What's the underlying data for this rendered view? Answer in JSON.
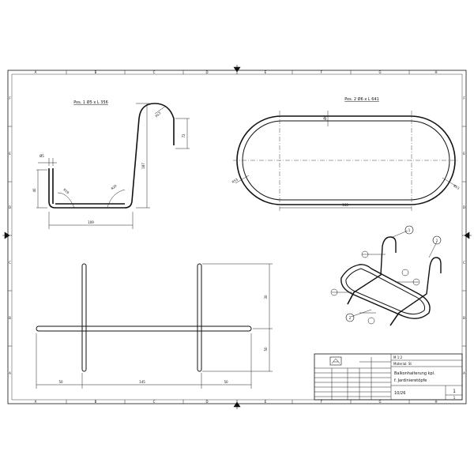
{
  "border": {
    "cols_top": [
      "A",
      "B",
      "C",
      "D",
      "E",
      "F",
      "G",
      "H"
    ],
    "cols_bottom": [
      "A",
      "B",
      "C",
      "D",
      "E",
      "F",
      "G",
      "H"
    ],
    "rows_left": [
      "F",
      "E",
      "D",
      "C",
      "B",
      "A"
    ],
    "rows_right": [
      "F",
      "E",
      "D",
      "C",
      "B",
      "A"
    ]
  },
  "part1": {
    "title": "Pos. 1 Ø5 x L 356",
    "dims": {
      "d_left": "Ø5",
      "h_left": "40",
      "r_left": "R19",
      "r_right": "R20",
      "height": "187",
      "width": "109",
      "hook_r": "R13",
      "hook_len": "72"
    }
  },
  "part2": {
    "title": "Pos. 2 Ø6 x L 641",
    "dims": {
      "thick": "Ø6",
      "r_left": "R53",
      "r_right": "R53",
      "length": "160"
    }
  },
  "view3": {
    "dims": {
      "top_h": "30",
      "bot_h": "50",
      "left_w": "50",
      "mid_w": "145",
      "right_w": "50"
    }
  },
  "iso": {
    "balloons": [
      "1",
      "1",
      "2"
    ]
  },
  "titleblock": {
    "scale": "M 1:2",
    "material": "Material: St",
    "name1": "Balkonhalterung kpl.",
    "name2": "f. Jardinieretöpfe",
    "number": "10/26",
    "sheet": "1",
    "sheet_total": "1"
  }
}
